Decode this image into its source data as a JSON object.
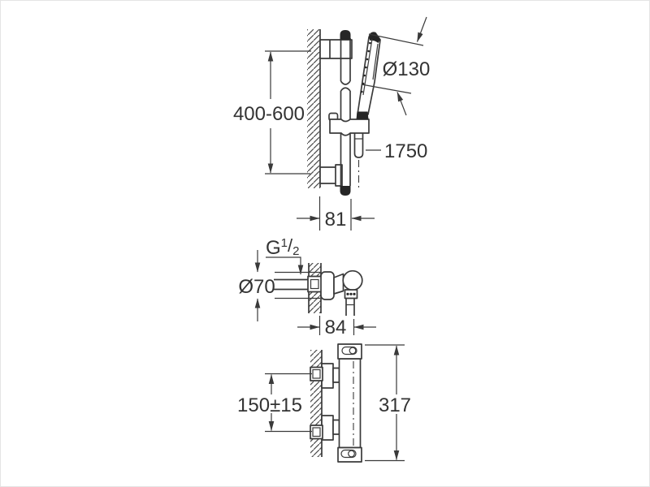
{
  "page": {
    "background": "#ffffff",
    "line_color": "#3a3a3a",
    "dark_fill": "#262626",
    "text_color": "#333333"
  },
  "views": {
    "rail": {
      "height_range": "400-600",
      "head_diameter": "Ø130",
      "hose_length": "1750",
      "wall_offset": "81"
    },
    "mixer": {
      "thread_prefix": "G",
      "thread_sup": "1",
      "thread_slash": "/",
      "thread_sub": "2",
      "rosette_diameter": "Ø70",
      "depth": "84"
    },
    "thermostat": {
      "inlet_spacing": "150±15",
      "width": "317"
    }
  }
}
